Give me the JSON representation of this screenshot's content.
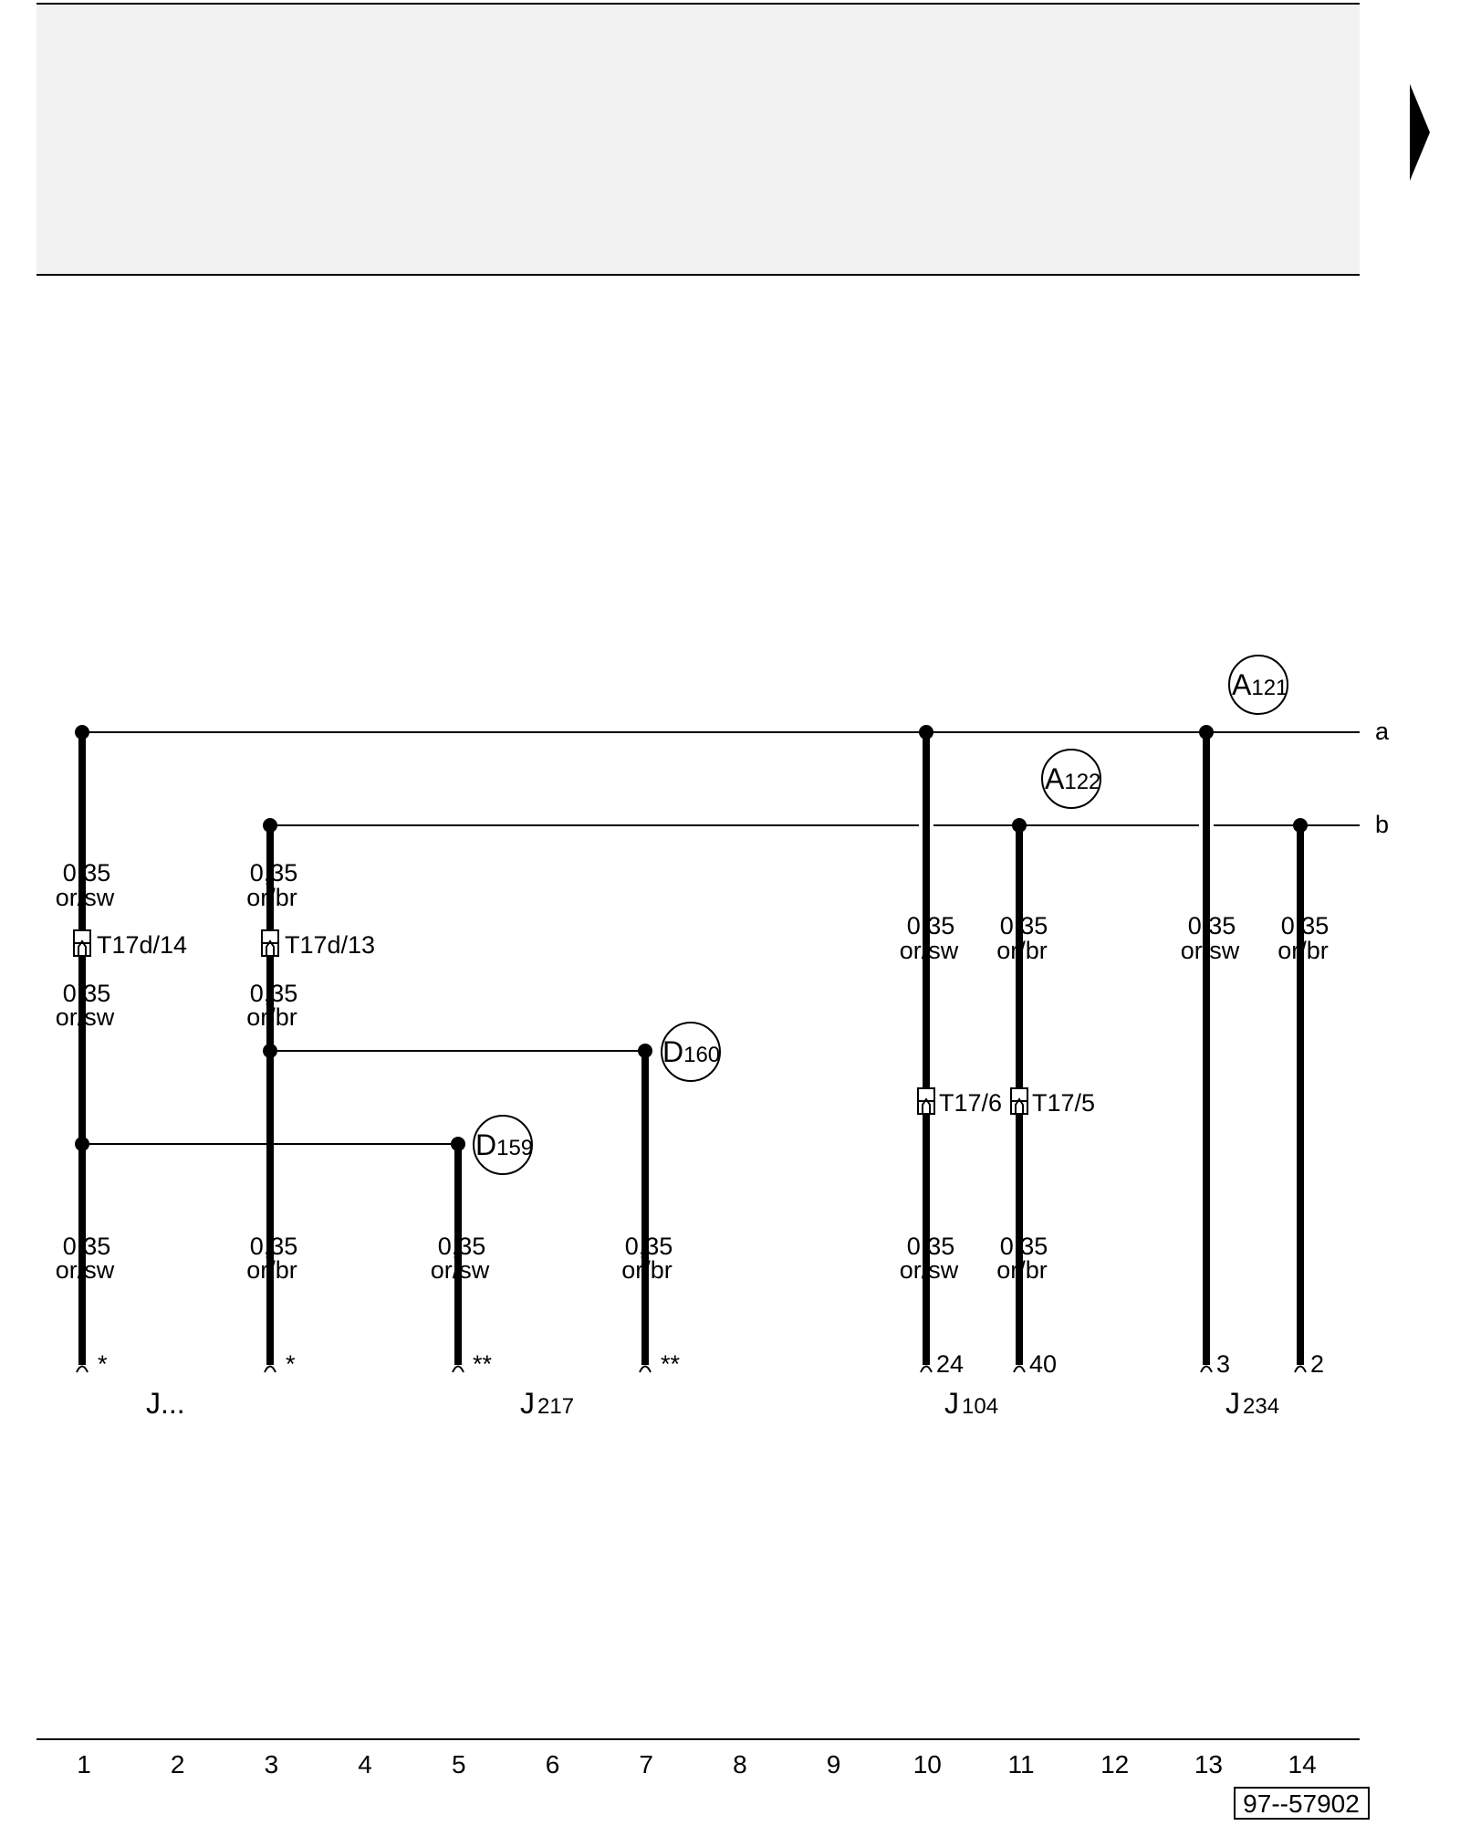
{
  "header": {
    "band_color": "#f2f2f2"
  },
  "page_forward_marker": "triangle-right-icon",
  "buses": {
    "a": "a",
    "b": "b"
  },
  "wires": {
    "w1_top": {
      "size": "0,35",
      "color": "or/sw"
    },
    "w3_top": {
      "size": "0,35",
      "color": "or/br"
    },
    "w1_mid": {
      "size": "0,35",
      "color": "or/sw"
    },
    "w3_mid": {
      "size": "0,35",
      "color": "or/br"
    },
    "w1_bot": {
      "size": "0,35",
      "color": "or/sw"
    },
    "w3_bot": {
      "size": "0,35",
      "color": "or/br"
    },
    "w5_bot": {
      "size": "0,35",
      "color": "or/sw"
    },
    "w7_bot": {
      "size": "0,35",
      "color": "or/br"
    },
    "w10_top": {
      "size": "0,35",
      "color": "or/sw"
    },
    "w11_top": {
      "size": "0,35",
      "color": "or/br"
    },
    "w10_bot": {
      "size": "0,35",
      "color": "or/sw"
    },
    "w11_bot": {
      "size": "0,35",
      "color": "or/br"
    },
    "w13": {
      "size": "0,35",
      "color": "or/sw"
    },
    "w14": {
      "size": "0,35",
      "color": "or/br"
    }
  },
  "connectors": {
    "t17d_14": "T17d/14",
    "t17d_13": "T17d/13",
    "t17_6": "T17/6",
    "t17_5": "T17/5"
  },
  "splices": {
    "a121": {
      "letter": "A",
      "num": "121"
    },
    "a122": {
      "letter": "A",
      "num": "122"
    },
    "d160": {
      "letter": "D",
      "num": "160"
    },
    "d159": {
      "letter": "D",
      "num": "159"
    }
  },
  "pins": {
    "p1": "*",
    "p3": "*",
    "p5": "**",
    "p7": "**",
    "p10": "24",
    "p11": "40",
    "p13": "3",
    "p14": "2"
  },
  "components": {
    "jdots": {
      "letter": "J...",
      "num": ""
    },
    "j217": {
      "letter": "J",
      "num": "217"
    },
    "j104": {
      "letter": "J",
      "num": "104"
    },
    "j234": {
      "letter": "J",
      "num": "234"
    }
  },
  "tracks": [
    "1",
    "2",
    "3",
    "4",
    "5",
    "6",
    "7",
    "8",
    "9",
    "10",
    "11",
    "12",
    "13",
    "14"
  ],
  "ref_code": "97--57902"
}
